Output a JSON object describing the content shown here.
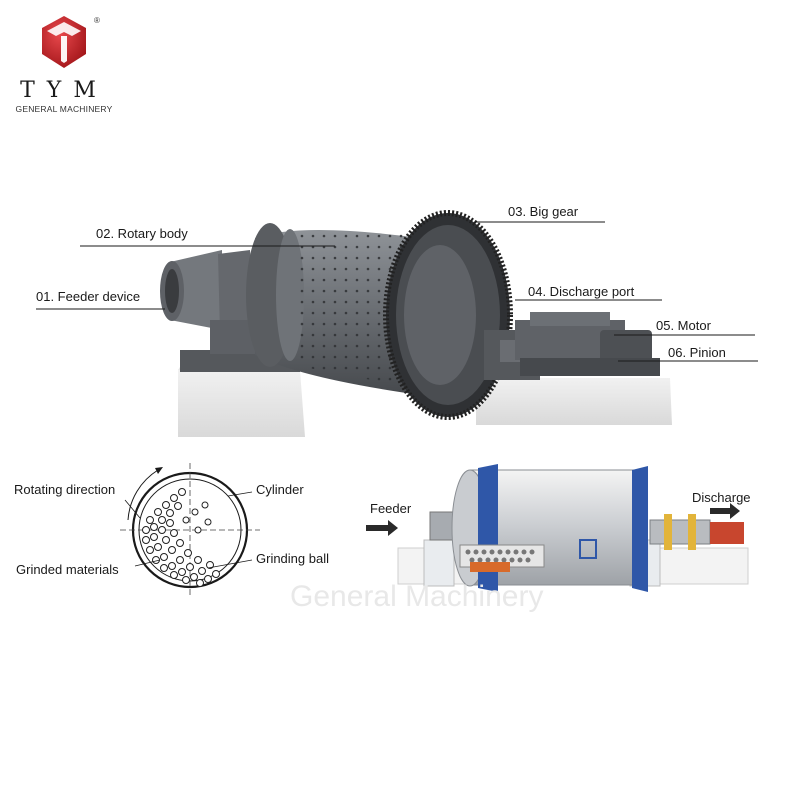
{
  "brand": {
    "name": "TYM",
    "subtitle": "GENERAL MACHINERY",
    "registered": "®",
    "colors": {
      "red": "#c8262b",
      "dark": "#3a3a3a"
    }
  },
  "parts": {
    "feeder_device": "01. Feeder device",
    "rotary_body": "02. Rotary body",
    "big_gear": "03. Big gear",
    "discharge_port": "04. Discharge port",
    "motor": "05. Motor",
    "pinion": "06. Pinion"
  },
  "cross_section": {
    "rotating_direction": "Rotating direction",
    "cylinder": "Cylinder",
    "grinding_ball": "Grinding ball",
    "grinded_materials": "Grinded materials"
  },
  "flow": {
    "feeder": "Feeder",
    "discharge": "Discharge"
  },
  "watermark": "General Machinery"
}
